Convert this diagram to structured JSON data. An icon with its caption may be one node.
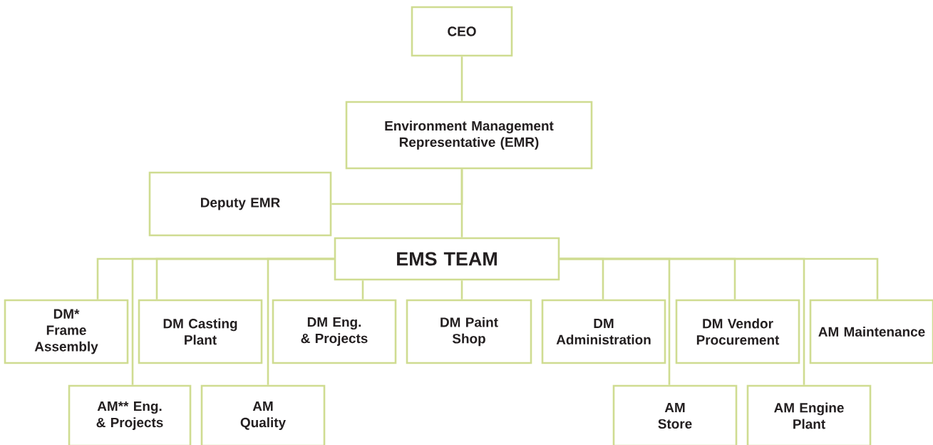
{
  "diagram": {
    "nodes": [
      {
        "text": [
          "CEO"
        ]
      },
      {
        "text": [
          "Environment Management Representative (EMR)"
        ]
      },
      {
        "text": [
          "Deputy EMR"
        ]
      },
      {
        "text": [
          "EMS TEAM"
        ]
      },
      {
        "text": [
          "DM* Frame Assembly"
        ]
      },
      {
        "text": [
          "DM Casting Plant"
        ]
      },
      {
        "text": [
          "DM Eng. & Projects"
        ]
      },
      {
        "text": [
          "DM Paint Shop"
        ]
      },
      {
        "text": [
          "DM Administration"
        ]
      },
      {
        "text": [
          "DM Vendor Procurement"
        ]
      },
      {
        "text": [
          "AM Maintenance"
        ]
      },
      {
        "text": [
          "AM** Eng. & Projects"
        ]
      },
      {
        "text": [
          "AM Quality"
        ]
      },
      {
        "text": [
          "AM Store"
        ]
      },
      {
        "text": [
          "AM Engine Plant"
        ]
      }
    ],
    "edges": [
      {
        "from": 0,
        "to": 1,
        "arrow": "none"
      },
      {
        "from": 1,
        "to": 3,
        "arrow": "none"
      },
      {
        "from": 1,
        "to": 2,
        "arrow": "none"
      },
      {
        "from": 3,
        "to": 4,
        "arrow": "none"
      },
      {
        "from": 3,
        "to": 11,
        "arrow": "none"
      },
      {
        "from": 3,
        "to": 5,
        "arrow": "none"
      },
      {
        "from": 3,
        "to": 12,
        "arrow": "none"
      },
      {
        "from": 3,
        "to": 6,
        "arrow": "none"
      },
      {
        "from": 3,
        "to": 7,
        "arrow": "none"
      },
      {
        "from": 3,
        "to": 8,
        "arrow": "none"
      },
      {
        "from": 3,
        "to": 13,
        "arrow": "none"
      },
      {
        "from": 3,
        "to": 9,
        "arrow": "none"
      },
      {
        "from": 3,
        "to": 14,
        "arrow": "none"
      },
      {
        "from": 3,
        "to": 10,
        "arrow": "none"
      }
    ]
  }
}
